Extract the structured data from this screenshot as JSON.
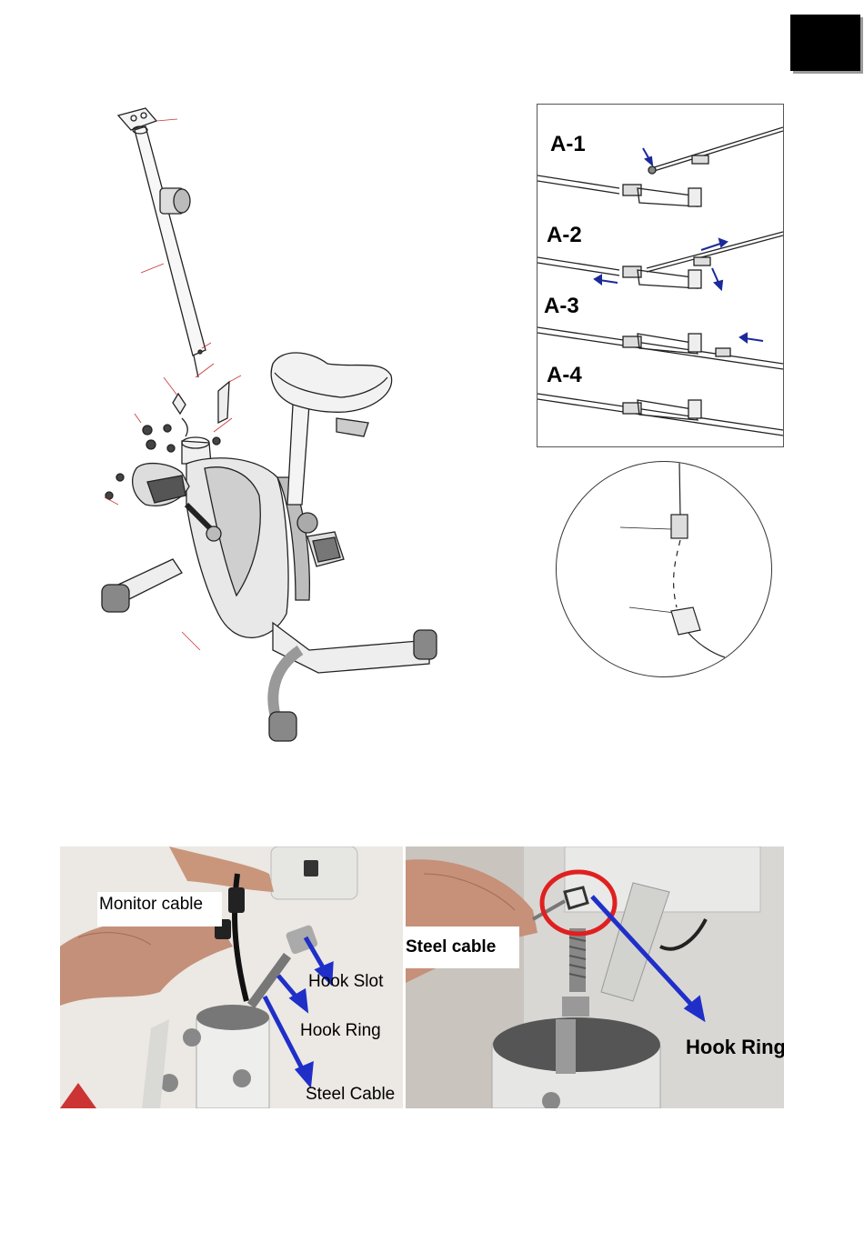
{
  "page_tab": {
    "color": "#000000"
  },
  "exploded_view": {
    "figure": "exercise-bike-exploded-view"
  },
  "cable_steps": {
    "steps": [
      {
        "label": "A-1"
      },
      {
        "label": "A-2"
      },
      {
        "label": "A-3"
      },
      {
        "label": "A-4"
      }
    ],
    "arrow_color": "#1a2a9a"
  },
  "detail_circle": {
    "figure": "cable-clip-detail"
  },
  "photo_left": {
    "labels": {
      "monitor_cable": "Monitor cable",
      "hook_slot": "Hook Slot",
      "hook_ring": "Hook Ring",
      "steel_cable": "Steel Cable"
    }
  },
  "photo_right": {
    "labels": {
      "steel_cable": "Steel cable",
      "hook_ring": "Hook Ring"
    },
    "highlight_color": "#e02020",
    "arrow_color": "#1f2fc8"
  }
}
